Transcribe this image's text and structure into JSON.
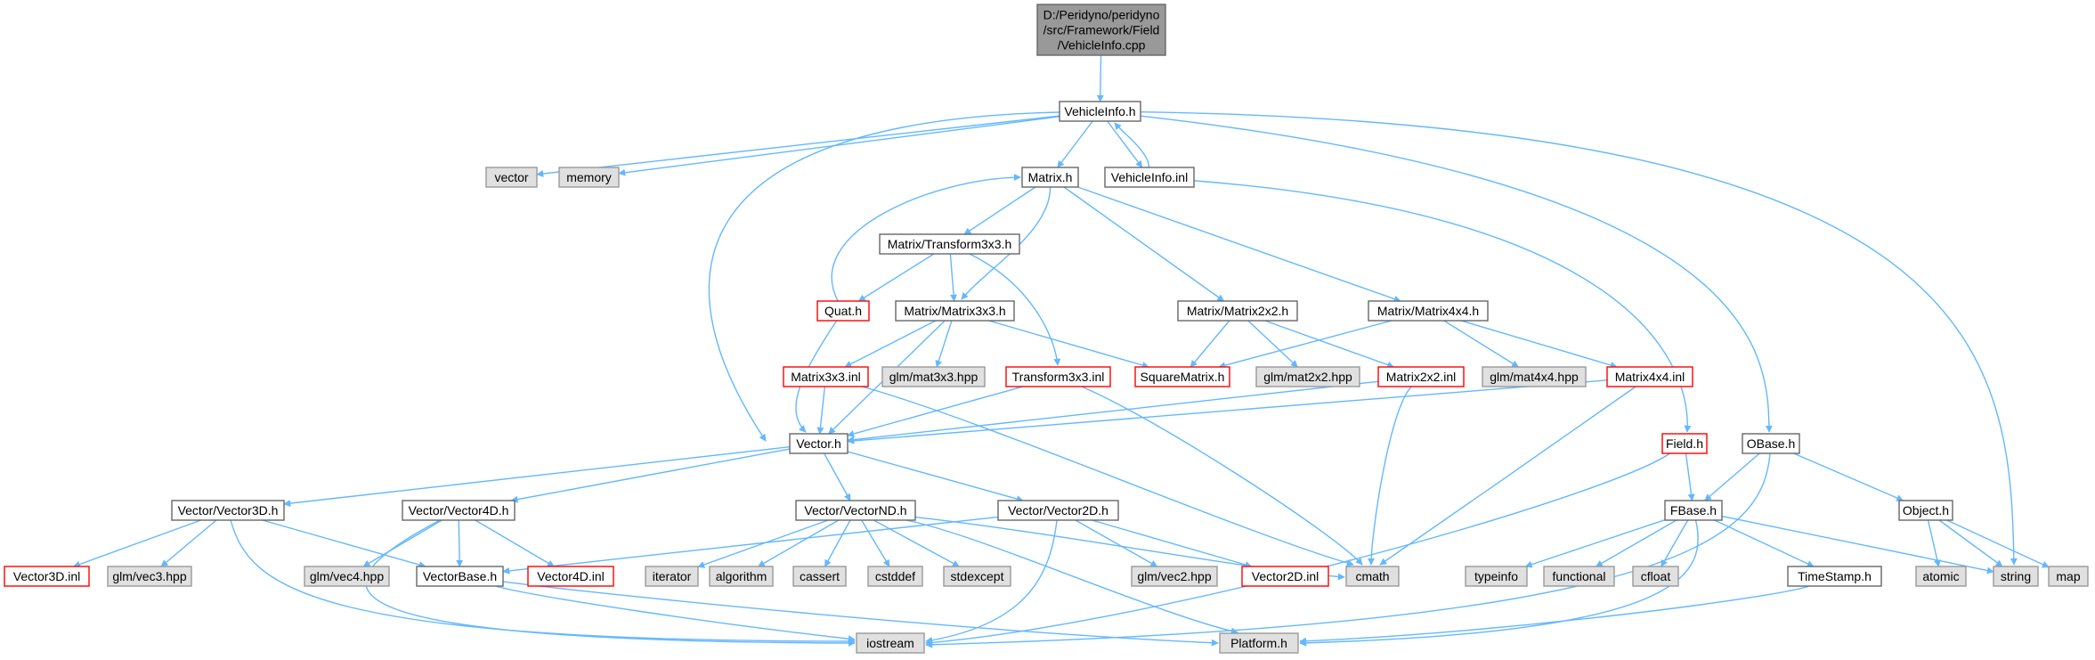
{
  "graph": {
    "colors": {
      "edge": "#63b8ff",
      "node_fill": "#ffffff",
      "node_border": "#666666",
      "external_fill": "#e0e0e0",
      "external_border": "#999999",
      "truncated_border": "#ff0000",
      "root_fill": "#999999"
    },
    "nodes": [
      {
        "id": "root",
        "kind": "root",
        "lines": [
          "D:/Peridyno/peridyno",
          "/src/Framework/Field",
          "/VehicleInfo.cpp"
        ]
      },
      {
        "id": "vehicleinfo_h",
        "kind": "normal",
        "lines": [
          "VehicleInfo.h"
        ]
      },
      {
        "id": "vector",
        "kind": "external",
        "lines": [
          "vector"
        ]
      },
      {
        "id": "memory",
        "kind": "external",
        "lines": [
          "memory"
        ]
      },
      {
        "id": "matrix_h",
        "kind": "normal",
        "lines": [
          "Matrix.h"
        ]
      },
      {
        "id": "vehicleinfo_inl",
        "kind": "normal",
        "lines": [
          "VehicleInfo.inl"
        ]
      },
      {
        "id": "transform3x3_h",
        "kind": "normal",
        "lines": [
          "Matrix/Transform3x3.h"
        ]
      },
      {
        "id": "quat_h",
        "kind": "truncated",
        "lines": [
          "Quat.h"
        ]
      },
      {
        "id": "matrix3x3_h",
        "kind": "normal",
        "lines": [
          "Matrix/Matrix3x3.h"
        ]
      },
      {
        "id": "matrix2x2_h",
        "kind": "normal",
        "lines": [
          "Matrix/Matrix2x2.h"
        ]
      },
      {
        "id": "matrix4x4_h",
        "kind": "normal",
        "lines": [
          "Matrix/Matrix4x4.h"
        ]
      },
      {
        "id": "matrix3x3_inl",
        "kind": "truncated",
        "lines": [
          "Matrix3x3.inl"
        ]
      },
      {
        "id": "glm_mat3x3",
        "kind": "external",
        "lines": [
          "glm/mat3x3.hpp"
        ]
      },
      {
        "id": "transform3x3_inl",
        "kind": "truncated",
        "lines": [
          "Transform3x3.inl"
        ]
      },
      {
        "id": "squarematrix_h",
        "kind": "truncated",
        "lines": [
          "SquareMatrix.h"
        ]
      },
      {
        "id": "glm_mat2x2",
        "kind": "external",
        "lines": [
          "glm/mat2x2.hpp"
        ]
      },
      {
        "id": "matrix2x2_inl",
        "kind": "truncated",
        "lines": [
          "Matrix2x2.inl"
        ]
      },
      {
        "id": "glm_mat4x4",
        "kind": "external",
        "lines": [
          "glm/mat4x4.hpp"
        ]
      },
      {
        "id": "matrix4x4_inl",
        "kind": "truncated",
        "lines": [
          "Matrix4x4.inl"
        ]
      },
      {
        "id": "vector_h",
        "kind": "normal",
        "lines": [
          "Vector.h"
        ]
      },
      {
        "id": "field_h",
        "kind": "truncated",
        "lines": [
          "Field.h"
        ]
      },
      {
        "id": "obase_h",
        "kind": "normal",
        "lines": [
          "OBase.h"
        ]
      },
      {
        "id": "vector3d_h",
        "kind": "normal",
        "lines": [
          "Vector/Vector3D.h"
        ]
      },
      {
        "id": "vector4d_h",
        "kind": "normal",
        "lines": [
          "Vector/Vector4D.h"
        ]
      },
      {
        "id": "vectornd_h",
        "kind": "normal",
        "lines": [
          "Vector/VectorND.h"
        ]
      },
      {
        "id": "vector2d_h",
        "kind": "normal",
        "lines": [
          "Vector/Vector2D.h"
        ]
      },
      {
        "id": "fbase_h",
        "kind": "normal",
        "lines": [
          "FBase.h"
        ]
      },
      {
        "id": "object_h",
        "kind": "normal",
        "lines": [
          "Object.h"
        ]
      },
      {
        "id": "vector3d_inl",
        "kind": "truncated",
        "lines": [
          "Vector3D.inl"
        ]
      },
      {
        "id": "glm_vec3",
        "kind": "external",
        "lines": [
          "glm/vec3.hpp"
        ]
      },
      {
        "id": "glm_vec4",
        "kind": "external",
        "lines": [
          "glm/vec4.hpp"
        ]
      },
      {
        "id": "vectorbase_h",
        "kind": "normal",
        "lines": [
          "VectorBase.h"
        ]
      },
      {
        "id": "vector4d_inl",
        "kind": "truncated",
        "lines": [
          "Vector4D.inl"
        ]
      },
      {
        "id": "iterator",
        "kind": "external",
        "lines": [
          "iterator"
        ]
      },
      {
        "id": "algorithm",
        "kind": "external",
        "lines": [
          "algorithm"
        ]
      },
      {
        "id": "cassert",
        "kind": "external",
        "lines": [
          "cassert"
        ]
      },
      {
        "id": "cstddef",
        "kind": "external",
        "lines": [
          "cstddef"
        ]
      },
      {
        "id": "stdexcept",
        "kind": "external",
        "lines": [
          "stdexcept"
        ]
      },
      {
        "id": "glm_vec2",
        "kind": "external",
        "lines": [
          "glm/vec2.hpp"
        ]
      },
      {
        "id": "vector2d_inl",
        "kind": "truncated",
        "lines": [
          "Vector2D.inl"
        ]
      },
      {
        "id": "cmath",
        "kind": "external",
        "lines": [
          "cmath"
        ]
      },
      {
        "id": "typeinfo",
        "kind": "external",
        "lines": [
          "typeinfo"
        ]
      },
      {
        "id": "functional",
        "kind": "external",
        "lines": [
          "functional"
        ]
      },
      {
        "id": "cfloat",
        "kind": "external",
        "lines": [
          "cfloat"
        ]
      },
      {
        "id": "timestamp_h",
        "kind": "normal",
        "lines": [
          "TimeStamp.h"
        ]
      },
      {
        "id": "atomic",
        "kind": "external",
        "lines": [
          "atomic"
        ]
      },
      {
        "id": "string",
        "kind": "external",
        "lines": [
          "string"
        ]
      },
      {
        "id": "map",
        "kind": "external",
        "lines": [
          "map"
        ]
      },
      {
        "id": "iostream",
        "kind": "external",
        "lines": [
          "iostream"
        ]
      },
      {
        "id": "platform_h",
        "kind": "external",
        "lines": [
          "Platform.h"
        ]
      }
    ],
    "edges": [
      [
        "root",
        "vehicleinfo_h"
      ],
      [
        "vehicleinfo_h",
        "vector"
      ],
      [
        "vehicleinfo_h",
        "memory"
      ],
      [
        "vehicleinfo_h",
        "matrix_h"
      ],
      [
        "vehicleinfo_h",
        "vehicleinfo_inl"
      ],
      [
        "vehicleinfo_inl",
        "vehicleinfo_h"
      ],
      [
        "vehicleinfo_h",
        "vector_h"
      ],
      [
        "vehicleinfo_h",
        "obase_h"
      ],
      [
        "vehicleinfo_h",
        "string"
      ],
      [
        "vehicleinfo_inl",
        "field_h"
      ],
      [
        "matrix_h",
        "transform3x3_h"
      ],
      [
        "matrix_h",
        "matrix3x3_h"
      ],
      [
        "matrix_h",
        "matrix2x2_h"
      ],
      [
        "matrix_h",
        "matrix4x4_h"
      ],
      [
        "transform3x3_h",
        "quat_h"
      ],
      [
        "transform3x3_h",
        "matrix3x3_h"
      ],
      [
        "transform3x3_h",
        "transform3x3_inl"
      ],
      [
        "quat_h",
        "matrix_h"
      ],
      [
        "quat_h",
        "vector_h"
      ],
      [
        "matrix3x3_h",
        "matrix3x3_inl"
      ],
      [
        "matrix3x3_h",
        "glm_mat3x3"
      ],
      [
        "matrix3x3_h",
        "squarematrix_h"
      ],
      [
        "matrix3x3_h",
        "vector_h"
      ],
      [
        "matrix2x2_h",
        "squarematrix_h"
      ],
      [
        "matrix2x2_h",
        "glm_mat2x2"
      ],
      [
        "matrix2x2_h",
        "matrix2x2_inl"
      ],
      [
        "matrix4x4_h",
        "squarematrix_h"
      ],
      [
        "matrix4x4_h",
        "glm_mat4x4"
      ],
      [
        "matrix4x4_h",
        "matrix4x4_inl"
      ],
      [
        "matrix3x3_inl",
        "vector_h"
      ],
      [
        "matrix3x3_inl",
        "cmath"
      ],
      [
        "transform3x3_inl",
        "vector_h"
      ],
      [
        "transform3x3_inl",
        "cmath"
      ],
      [
        "matrix2x2_inl",
        "vector_h"
      ],
      [
        "matrix2x2_inl",
        "cmath"
      ],
      [
        "matrix4x4_inl",
        "vector_h"
      ],
      [
        "matrix4x4_inl",
        "cmath"
      ],
      [
        "vector_h",
        "vector3d_h"
      ],
      [
        "vector_h",
        "vector4d_h"
      ],
      [
        "vector_h",
        "vectornd_h"
      ],
      [
        "vector_h",
        "vector2d_h"
      ],
      [
        "vector3d_h",
        "vector3d_inl"
      ],
      [
        "vector3d_h",
        "glm_vec3"
      ],
      [
        "vector3d_h",
        "vectorbase_h"
      ],
      [
        "vector3d_h",
        "iostream"
      ],
      [
        "vector4d_h",
        "glm_vec4"
      ],
      [
        "vector4d_h",
        "vectorbase_h"
      ],
      [
        "vector4d_h",
        "vector4d_inl"
      ],
      [
        "vector4d_h",
        "iostream"
      ],
      [
        "vectornd_h",
        "iterator"
      ],
      [
        "vectornd_h",
        "algorithm"
      ],
      [
        "vectornd_h",
        "cassert"
      ],
      [
        "vectornd_h",
        "cstddef"
      ],
      [
        "vectornd_h",
        "stdexcept"
      ],
      [
        "vectornd_h",
        "cmath"
      ],
      [
        "vectornd_h",
        "platform_h"
      ],
      [
        "vector2d_h",
        "vectorbase_h"
      ],
      [
        "vector2d_h",
        "glm_vec2"
      ],
      [
        "vector2d_h",
        "vector2d_inl"
      ],
      [
        "vector2d_h",
        "iostream"
      ],
      [
        "vectorbase_h",
        "iostream"
      ],
      [
        "vectorbase_h",
        "platform_h"
      ],
      [
        "field_h",
        "fbase_h"
      ],
      [
        "field_h",
        "iostream"
      ],
      [
        "obase_h",
        "fbase_h"
      ],
      [
        "obase_h",
        "object_h"
      ],
      [
        "obase_h",
        "iostream"
      ],
      [
        "fbase_h",
        "typeinfo"
      ],
      [
        "fbase_h",
        "functional"
      ],
      [
        "fbase_h",
        "cfloat"
      ],
      [
        "fbase_h",
        "timestamp_h"
      ],
      [
        "fbase_h",
        "string"
      ],
      [
        "fbase_h",
        "platform_h"
      ],
      [
        "timestamp_h",
        "platform_h"
      ],
      [
        "object_h",
        "atomic"
      ],
      [
        "object_h",
        "string"
      ],
      [
        "object_h",
        "map"
      ]
    ]
  }
}
